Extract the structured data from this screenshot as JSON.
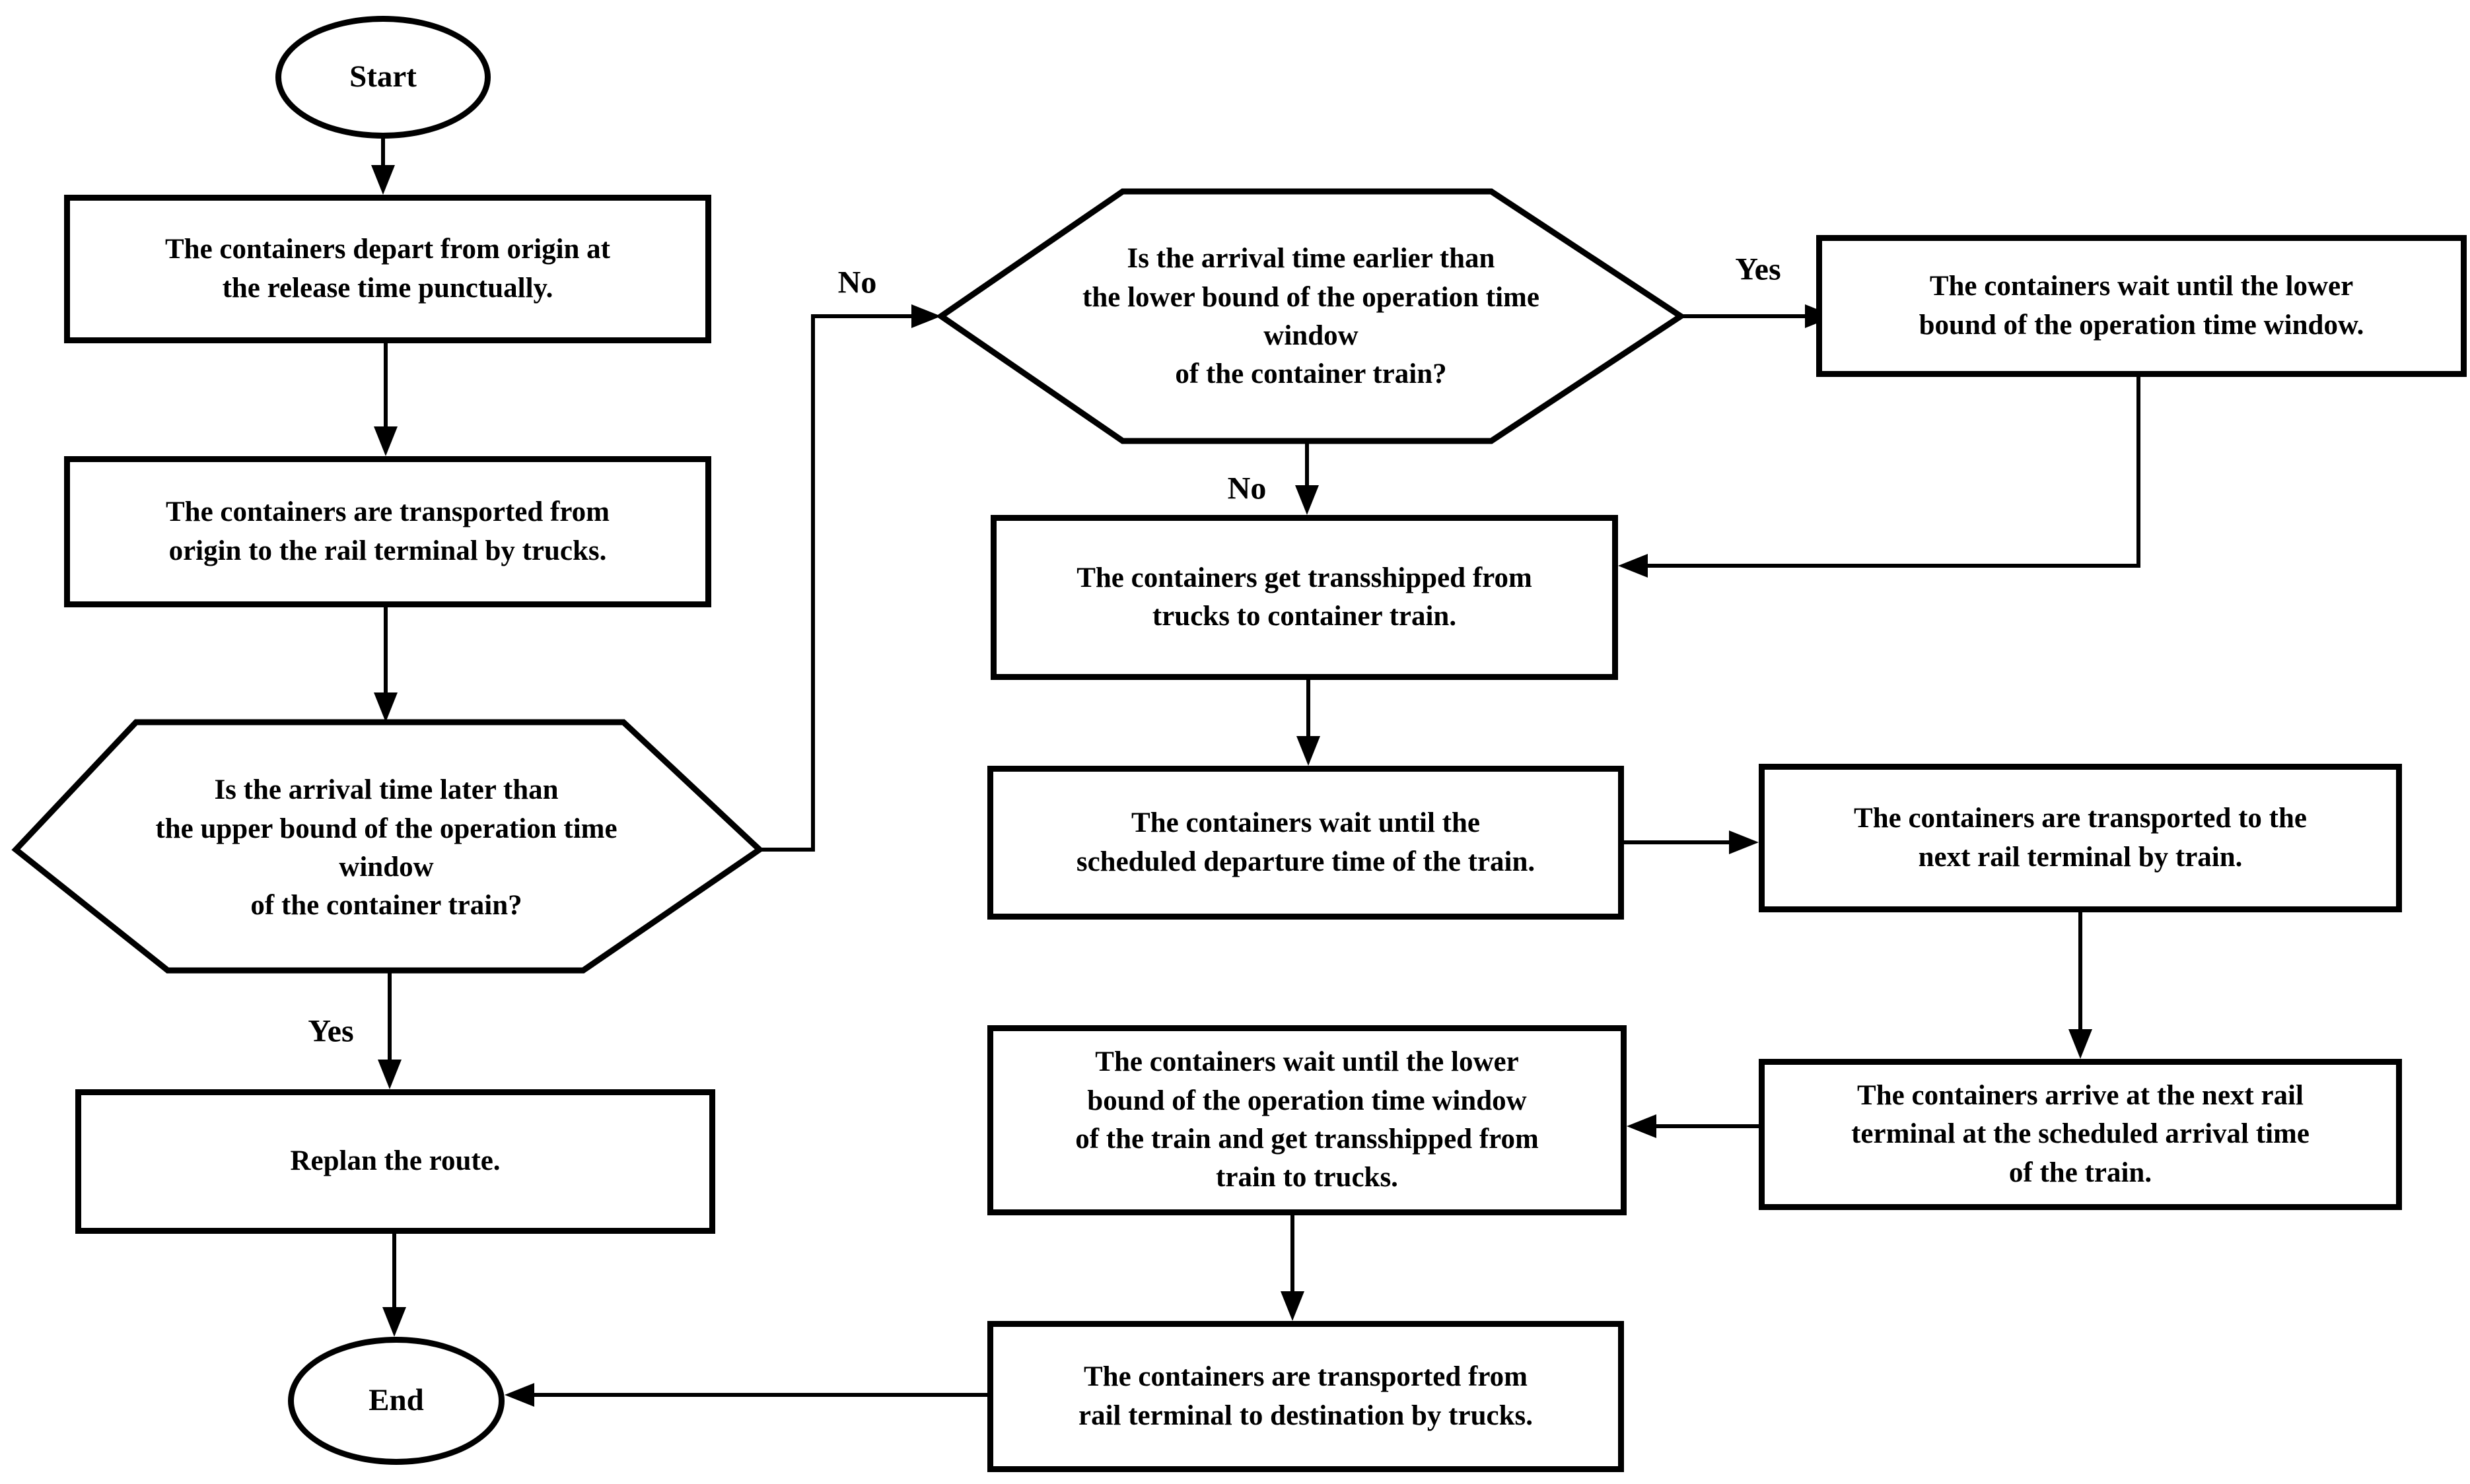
{
  "flowchart": {
    "terminals": {
      "start": "Start",
      "end": "End"
    },
    "processes": {
      "depart_origin": "The containers depart from origin at\nthe release time punctually.",
      "truck_to_rail": "The containers are transported from\norigin to the rail terminal by trucks.",
      "replan": "Replan the route.",
      "wait_lower_bound": "The containers wait until the lower\nbound of the operation time window.",
      "transship_trucks_to_train": "The containers get transshipped from\ntrucks to container train.",
      "wait_departure": "The containers wait until the\nscheduled departure time of the train.",
      "train_to_next_terminal": "The containers are transported to the\nnext rail terminal by train.",
      "arrive_next_terminal": "The containers arrive at the next rail\nterminal at the scheduled arrival time\nof the train.",
      "wait_and_transship_to_trucks": "The containers wait until the lower\nbound of the operation time window\nof the train and get transshipped from\ntrain to trucks.",
      "rail_to_destination": "The containers are transported from\nrail terminal to destination by trucks."
    },
    "decisions": {
      "later_than_upper": "Is the arrival time later than\nthe upper bound of the operation time\nwindow\nof the container train?",
      "earlier_than_lower": "Is the arrival time  earlier than\nthe lower bound of the operation time\nwindow\nof the container train?"
    },
    "edge_labels": {
      "upper_yes": "Yes",
      "upper_no": "No",
      "lower_yes": "Yes",
      "lower_no": "No"
    },
    "colors": {
      "stroke": "#000000",
      "background": "#ffffff"
    }
  }
}
